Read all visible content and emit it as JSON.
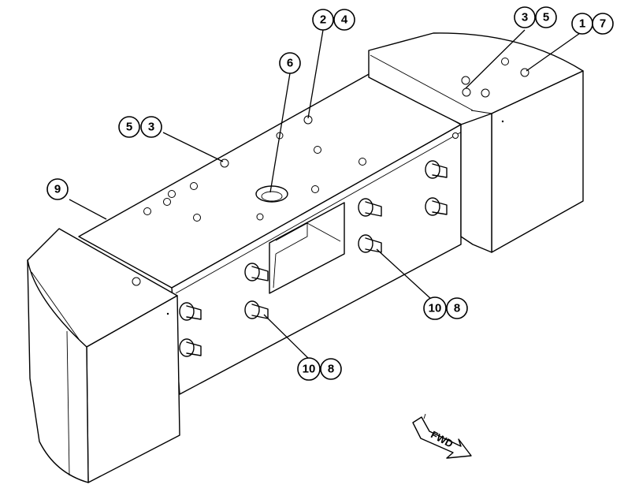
{
  "callouts": [
    {
      "id": "c-2",
      "text": "2"
    },
    {
      "id": "c-4",
      "text": "4"
    },
    {
      "id": "c-3a",
      "text": "3"
    },
    {
      "id": "c-5a",
      "text": "5"
    },
    {
      "id": "c-1",
      "text": "1"
    },
    {
      "id": "c-7",
      "text": "7"
    },
    {
      "id": "c-6",
      "text": "6"
    },
    {
      "id": "c-5b",
      "text": "5"
    },
    {
      "id": "c-3b",
      "text": "3"
    },
    {
      "id": "c-9",
      "text": "9"
    },
    {
      "id": "c-10a",
      "text": "10"
    },
    {
      "id": "c-8a",
      "text": "8"
    },
    {
      "id": "c-10b",
      "text": "10"
    },
    {
      "id": "c-8b",
      "text": "8"
    }
  ],
  "direction_arrow": {
    "label": "FWD"
  },
  "colors": {
    "line": "#000000",
    "background": "#ffffff"
  }
}
